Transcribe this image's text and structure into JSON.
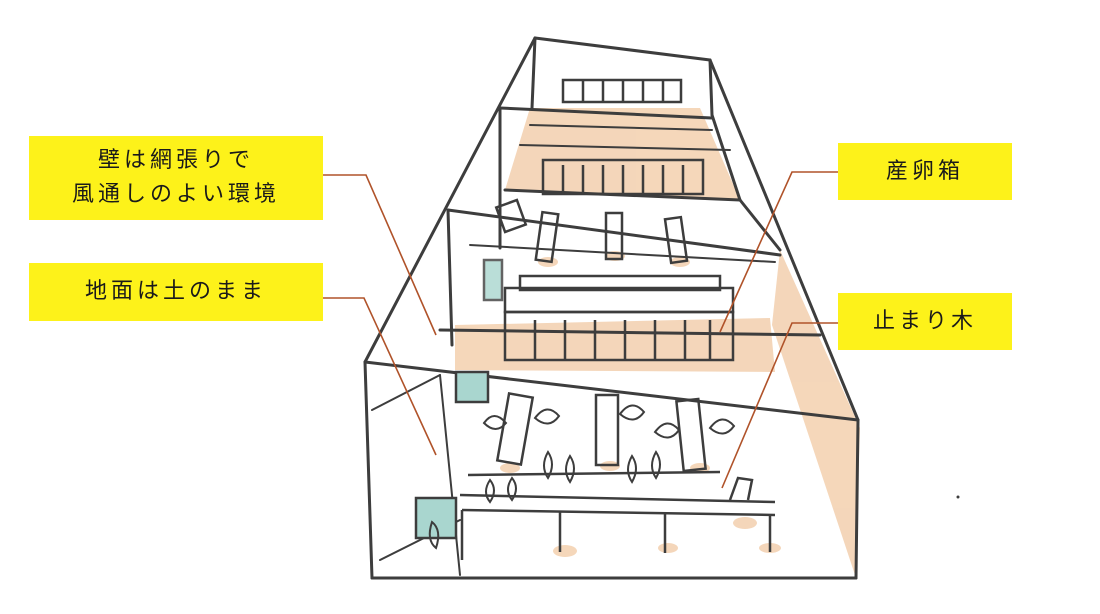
{
  "labels": {
    "walls": [
      "壁は網張りで",
      "風通しのよい環境"
    ],
    "ground": "地面は土のまま",
    "nest_box": "産卵箱",
    "perch": "止まり木"
  },
  "colors": {
    "label_bg": "#fdf21a",
    "label_text": "#1a1a1a",
    "leader_line": "#b0532a",
    "wood_tint": "#f1c9a3",
    "water_tint": "#a9d6cf",
    "sketch_line": "#3d3d3d"
  }
}
